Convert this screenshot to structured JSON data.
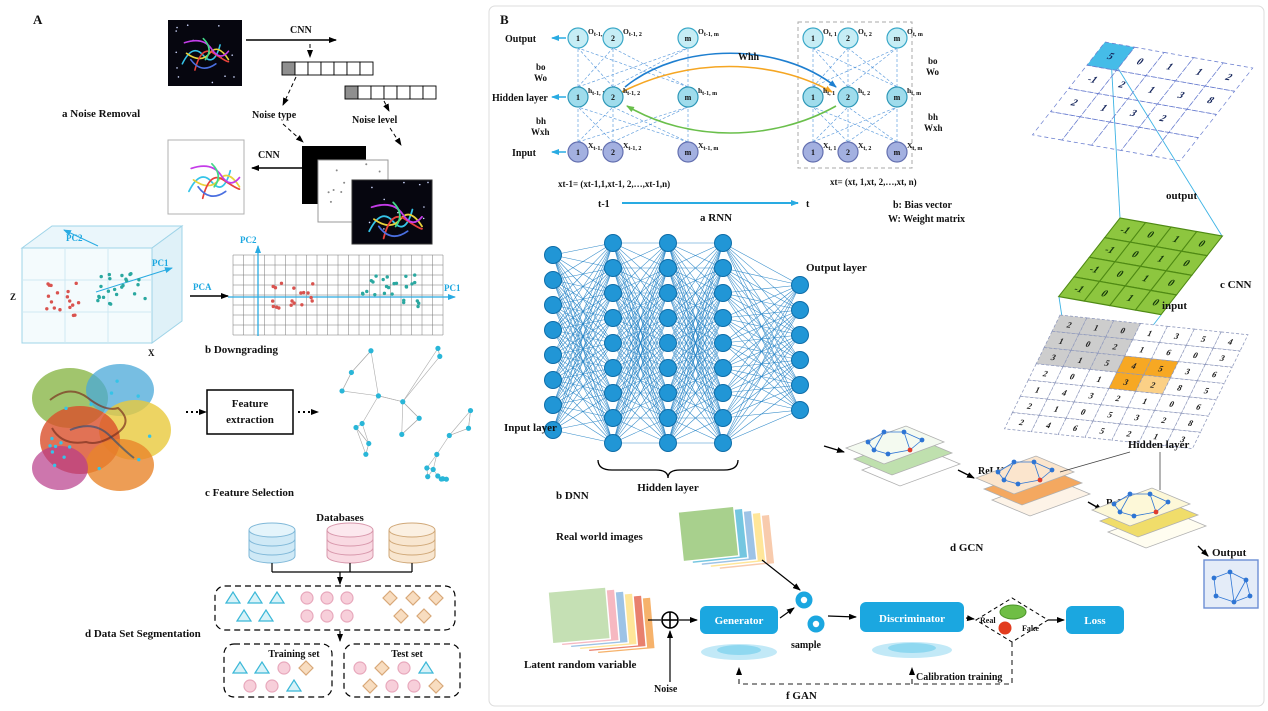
{
  "panelA": {
    "label": "A",
    "noise": {
      "caption": "a  Noise Removal",
      "cnn1": "CNN",
      "cnn2": "CNN",
      "noise_type": "Noise type",
      "noise_level": "Noise level"
    },
    "pca": {
      "caption": "b  Downgrading",
      "arrow_label": "PCA",
      "axis_z": "Z",
      "axis_x": "X",
      "pc1_3d": "PC1",
      "pc2_3d": "PC2",
      "pc1_2d": "PC1",
      "pc2_2d": "PC2"
    },
    "feature": {
      "caption": "c  Feature Selection",
      "box_line1": "Feature",
      "box_line2": "extraction"
    },
    "dataset": {
      "caption": "d  Data Set Segmentation",
      "databases": "Databases",
      "training": "Training set",
      "test": "Test set"
    }
  },
  "panelB": {
    "label": "B",
    "rnn": {
      "caption": "a  RNN",
      "output": "Output",
      "hidden": "Hidden layer",
      "input": "Input",
      "whh": "Whh",
      "b_o": "bo",
      "w_o": "Wo",
      "b_h": "bh",
      "w_xh": "Wxh",
      "node_numbers": [
        "1",
        "2",
        "m"
      ],
      "out_labels_left": [
        "Ot-1, 1",
        "Ot-1, 2",
        "Ot-1, m"
      ],
      "out_labels_right": [
        "Ot, 1",
        "Ot, 2",
        "Ot, m"
      ],
      "hid_labels_left": [
        "ht-1, 1",
        "ht-1, 2",
        "ht-1, m"
      ],
      "hid_labels_right": [
        "ht, 1",
        "ht, 2",
        "ht, m"
      ],
      "in_labels_left": [
        "Xt-1, 1",
        "Xt-1, 2",
        "Xt-1, m"
      ],
      "in_labels_right": [
        "Xt, 1",
        "Xt, 2",
        "Xt, m"
      ],
      "formula_left": "xt-1= (xt-1,1,xt-1, 2,…,xt-1,n)",
      "formula_right": "xt= (xt, 1,xt, 2,…,xt, n)",
      "t_prev": "t-1",
      "t": "t",
      "legend_b": "b:  Bias vector",
      "legend_w": "W:  Weight matrix"
    },
    "dnn": {
      "caption": "b  DNN",
      "input_layer": "Input layer",
      "output_layer": "Output layer",
      "hidden_layer": "Hidden layer"
    },
    "cnn": {
      "caption": "c  CNN",
      "output_label": "output",
      "input_label": "input",
      "output_grid": [
        [
          "5",
          "0",
          "1",
          "1",
          "2"
        ],
        [
          "-1",
          "2",
          "1",
          "3",
          "8"
        ],
        [
          "2",
          "1",
          "3",
          "2",
          ""
        ],
        [
          "",
          "",
          "",
          "",
          ""
        ]
      ],
      "kernel_grid": [
        [
          "-1",
          "0",
          "1",
          "0"
        ],
        [
          "-1",
          "0",
          "1",
          "0"
        ],
        [
          "-1",
          "0",
          "1",
          "0"
        ],
        [
          "-1",
          "0",
          "1",
          "0"
        ]
      ],
      "input_grid": [
        [
          "2",
          "1",
          "0",
          "1",
          "3",
          "5",
          "4"
        ],
        [
          "1",
          "0",
          "2",
          "1",
          "6",
          "0",
          "3"
        ],
        [
          "3",
          "1",
          "5",
          "4",
          "5",
          "3",
          "6"
        ],
        [
          "2",
          "0",
          "1",
          "3",
          "2",
          "8",
          "5"
        ],
        [
          "1",
          "4",
          "3",
          "2",
          "1",
          "0",
          "6"
        ],
        [
          "2",
          "1",
          "0",
          "5",
          "3",
          "2",
          "8"
        ],
        [
          "2",
          "4",
          "6",
          "5",
          "2",
          "1",
          "3"
        ]
      ]
    },
    "gcn": {
      "caption": "d  GCN",
      "relu1": "ReLU",
      "relu2": "ReLU",
      "hidden_layer": "Hidden layer",
      "output": "Output"
    },
    "gan": {
      "caption": "f  GAN",
      "real_world": "Real world images",
      "latent": "Latent random variable",
      "noise": "Noise",
      "generator": "Generator",
      "sample": "sample",
      "discriminator": "Discriminator",
      "real": "Real",
      "fake": "Fake",
      "loss": "Loss",
      "calibration": "Calibration training"
    }
  }
}
